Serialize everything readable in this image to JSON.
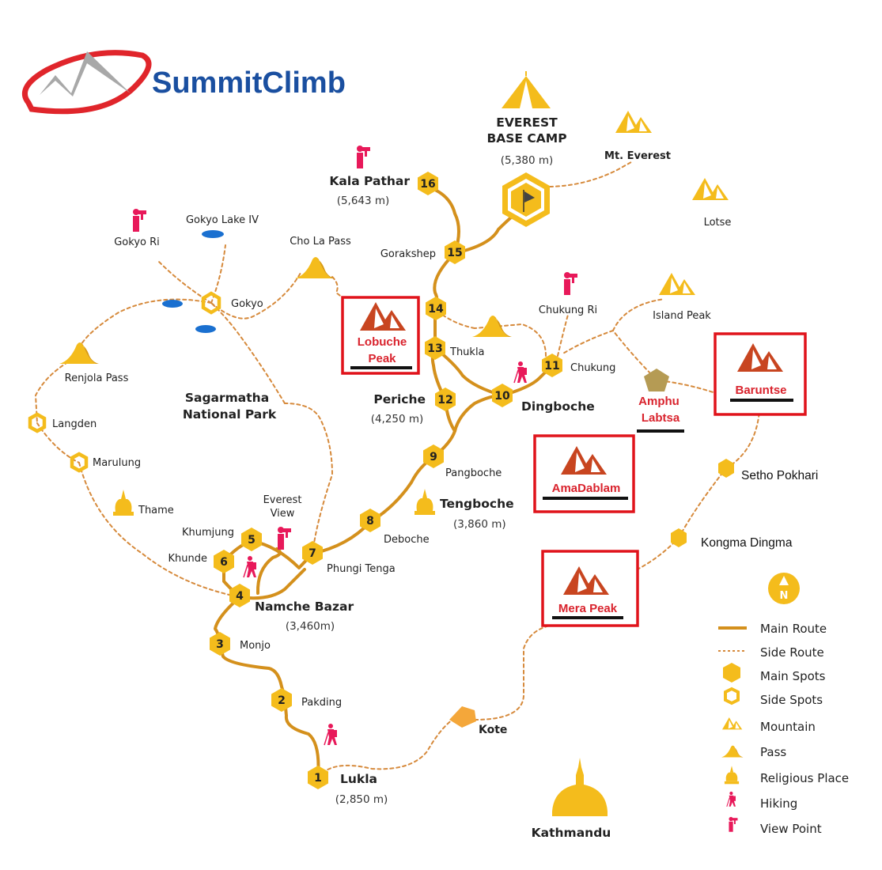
{
  "brand": {
    "name": "SummitClimb"
  },
  "colors": {
    "main_route": "#d4901c",
    "spot": "#f4bc1c",
    "peak_box": "#e0131b",
    "peak_text": "#d9232d",
    "peak_icon": "#c84520",
    "brand_blue": "#1a4fa0",
    "viewpoint": "#e8195a",
    "lake": "#1a70d0"
  },
  "main_spots": [
    {
      "num": "1",
      "name": "Lukla",
      "alt": "(2,850 m)"
    },
    {
      "num": "2",
      "name": "Pakding"
    },
    {
      "num": "3",
      "name": "Monjo"
    },
    {
      "num": "4",
      "name": "Namche Bazar",
      "alt": "(3,460m)"
    },
    {
      "num": "5",
      "name": "Khumjung"
    },
    {
      "num": "6",
      "name": "Khunde"
    },
    {
      "num": "7",
      "name": "Phungi Tenga"
    },
    {
      "num": "8",
      "name": "Deboche"
    },
    {
      "num": "9",
      "name": "Pangboche"
    },
    {
      "num": "10",
      "name": "Dingboche"
    },
    {
      "num": "11",
      "name": "Chukung"
    },
    {
      "num": "12",
      "name": "Periche",
      "alt": "(4,250 m)"
    },
    {
      "num": "13",
      "name": "Thukla"
    },
    {
      "num": "14",
      "name": ""
    },
    {
      "num": "15",
      "name": "Gorakshep"
    },
    {
      "num": "16",
      "name": "Kala Pathar",
      "alt": "(5,643 m)"
    }
  ],
  "base_camp": {
    "line1": "EVEREST",
    "line2": "BASE CAMP",
    "alt": "(5,380 m)"
  },
  "mountains": {
    "everest": "Mt. Everest",
    "lotse": "Lotse",
    "island_peak": "Island Peak"
  },
  "passes": {
    "cho_la": "Cho La Pass",
    "renjola": "Renjola Pass"
  },
  "side_spots": {
    "gokyo": "Gokyo",
    "langden": "Langden",
    "marulung": "Marulung",
    "setho_pokhari": "Setho Pokhari",
    "kongma_dingma": "Kongma Dingma"
  },
  "places": {
    "gokyo_ri": "Gokyo Ri",
    "gokyo_lake": "Gokyo Lake IV",
    "chukung_ri": "Chukung Ri",
    "thame": "Thame",
    "everest_view_1": "Everest",
    "everest_view_2": "View",
    "tengboche": "Tengboche",
    "tengboche_alt": "(3,860 m)",
    "park_1": "Sagarmatha",
    "park_2": "National Park",
    "kote": "Kote",
    "kathmandu": "Kathmandu",
    "amphu_1": "Amphu",
    "amphu_2": "Labtsa"
  },
  "peaks": {
    "lobuche_1": "Lobuche",
    "lobuche_2": "Peak",
    "baruntse": "Baruntse",
    "amadablam": "AmaDablam",
    "mera": "Mera Peak"
  },
  "compass": {
    "label": "N"
  },
  "legend": [
    {
      "icon": "main-route",
      "label": "Main Route"
    },
    {
      "icon": "side-route",
      "label": "Side Route"
    },
    {
      "icon": "main-spot",
      "label": "Main Spots"
    },
    {
      "icon": "side-spot",
      "label": "Side Spots"
    },
    {
      "icon": "mountain",
      "label": "Mountain"
    },
    {
      "icon": "pass",
      "label": "Pass"
    },
    {
      "icon": "religious-place",
      "label": "Religious Place"
    },
    {
      "icon": "hiking",
      "label": "Hiking"
    },
    {
      "icon": "view-point",
      "label": "View Point"
    }
  ]
}
